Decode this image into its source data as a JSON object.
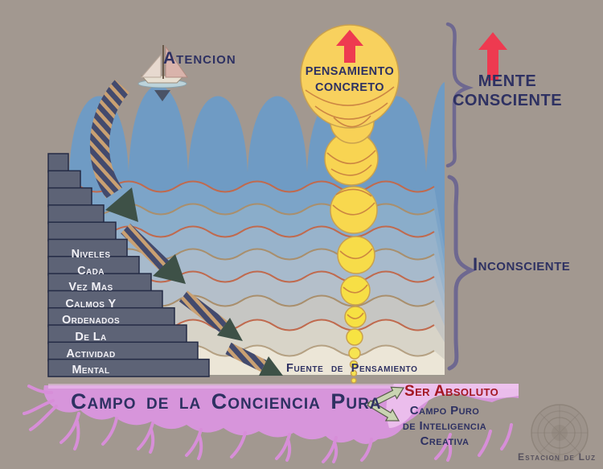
{
  "labels": {
    "atencion": "Atencion",
    "pensamiento": [
      "PENSAMIENTO",
      "CONCRETO"
    ],
    "mente": [
      "MENTE",
      "CONSCIENTE"
    ],
    "inconsciente": "Inconsciente",
    "fuente": "Fuente de Pensamiento",
    "campo_conciencia": "Campo de la Conciencia Pura",
    "ser_absoluto": "Ser Absoluto",
    "campo_puro": [
      "Campo Puro",
      "de Inteligencia",
      "Creativa"
    ],
    "estacion": "Estacion de Luz"
  },
  "staircase": {
    "lines": [
      "Niveles",
      "Cada",
      "Vez Mas",
      "Calmos Y",
      "Ordenados",
      "De La",
      "Actividad",
      "Mental"
    ]
  },
  "icons": {
    "sailboat": "sailboat-icon",
    "red_up_arrow_concrete": "up-arrow-icon",
    "red_up_arrow_conscious": "up-arrow-icon",
    "brace_conscious": "curly-brace",
    "brace_unconscious": "curly-brace",
    "descending_striped_arrows": "down-right-striped-arrows",
    "forked_arrow": "double-headed-arrow-icon",
    "mandala_watermark": "mandala-logo-icon"
  },
  "colors": {
    "background": "#a29890",
    "navy_text": "#2e3162",
    "red_accent": "#ee3a50",
    "dark_red_text": "#a31722",
    "bubble_yellow": "#f8d45c",
    "sea_blue_top": "#6f9bc4",
    "sea_cream_bottom": "#ebe5d6",
    "band_pink": "#d795db",
    "stair_gray": "#5d6376",
    "white_text": "#f2f1f6",
    "brace_purple": "#6e6890",
    "sage_arrow": "#c9d4b2"
  }
}
